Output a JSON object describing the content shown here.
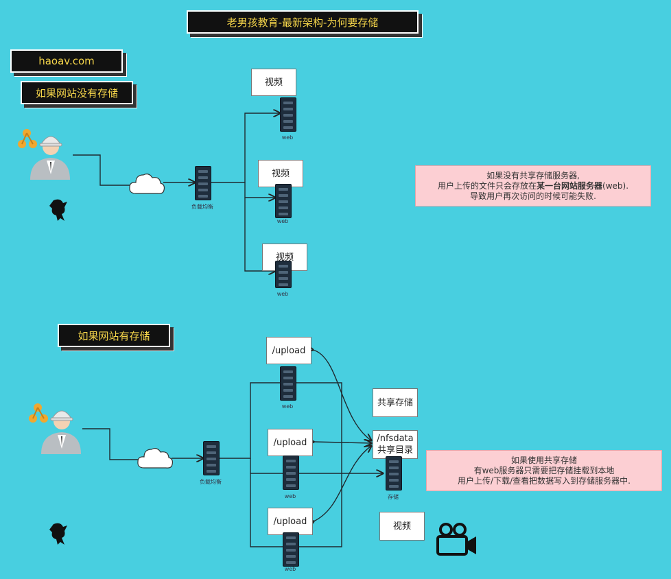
{
  "header": {
    "title": "老男孩教育-最新架构-为何要存储",
    "site": "haoav.com"
  },
  "section_no_storage": {
    "title": "如果网站没有存储",
    "lb_label": "负载均衡",
    "servers": [
      {
        "box": "视频",
        "label": "web"
      },
      {
        "box": "视频",
        "label": "web"
      },
      {
        "box": "视频",
        "label": "web"
      }
    ],
    "note": {
      "line1": "如果没有共享存储服务器,",
      "line2_pre": "用户上传的文件只会存放在",
      "line2_bold": "某一台网站服务器",
      "line2_post": "(web).",
      "line3": "导致用户再次访问的时候可能失败."
    }
  },
  "section_storage": {
    "title": "如果网站有存储",
    "lb_label": "负载均衡",
    "servers": [
      {
        "box": "/upload",
        "label": "web"
      },
      {
        "box": "/upload",
        "label": "web"
      },
      {
        "box": "/upload",
        "label": "web"
      }
    ],
    "storage_title": "共享存储",
    "storage_dir_line1": "/nfsdata",
    "storage_dir_line2": "共享目录",
    "storage_label": "存储",
    "video_label": "视频",
    "note": {
      "line1": "如果使用共享存储",
      "line2": "有web服务器只需要把存储挂载到本地",
      "line3": "用户上传/下载/查看把数据写入到存储服务器中."
    }
  }
}
